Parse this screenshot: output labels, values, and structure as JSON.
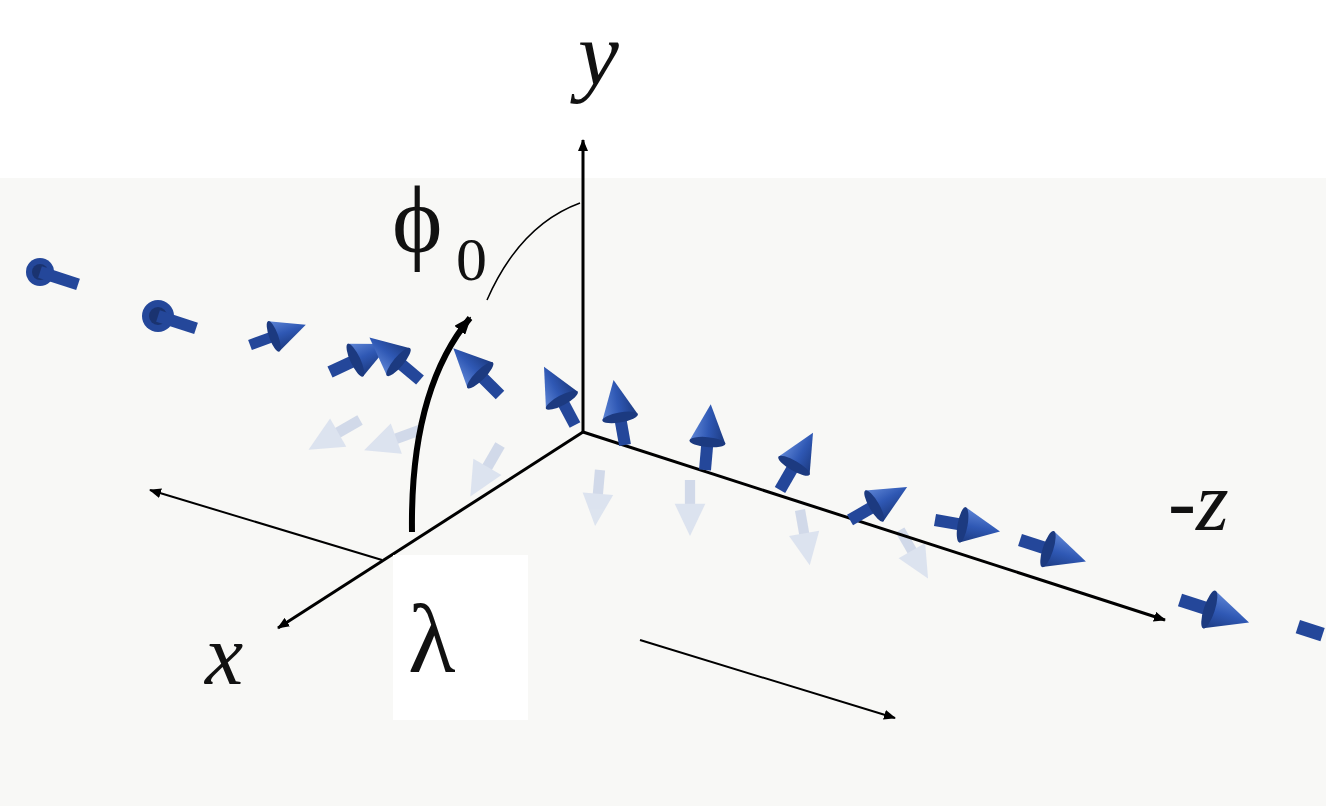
{
  "diagram": {
    "labels": [
      "y",
      "ϕ",
      "0",
      "-z",
      "x",
      "λ"
    ]
  }
}
